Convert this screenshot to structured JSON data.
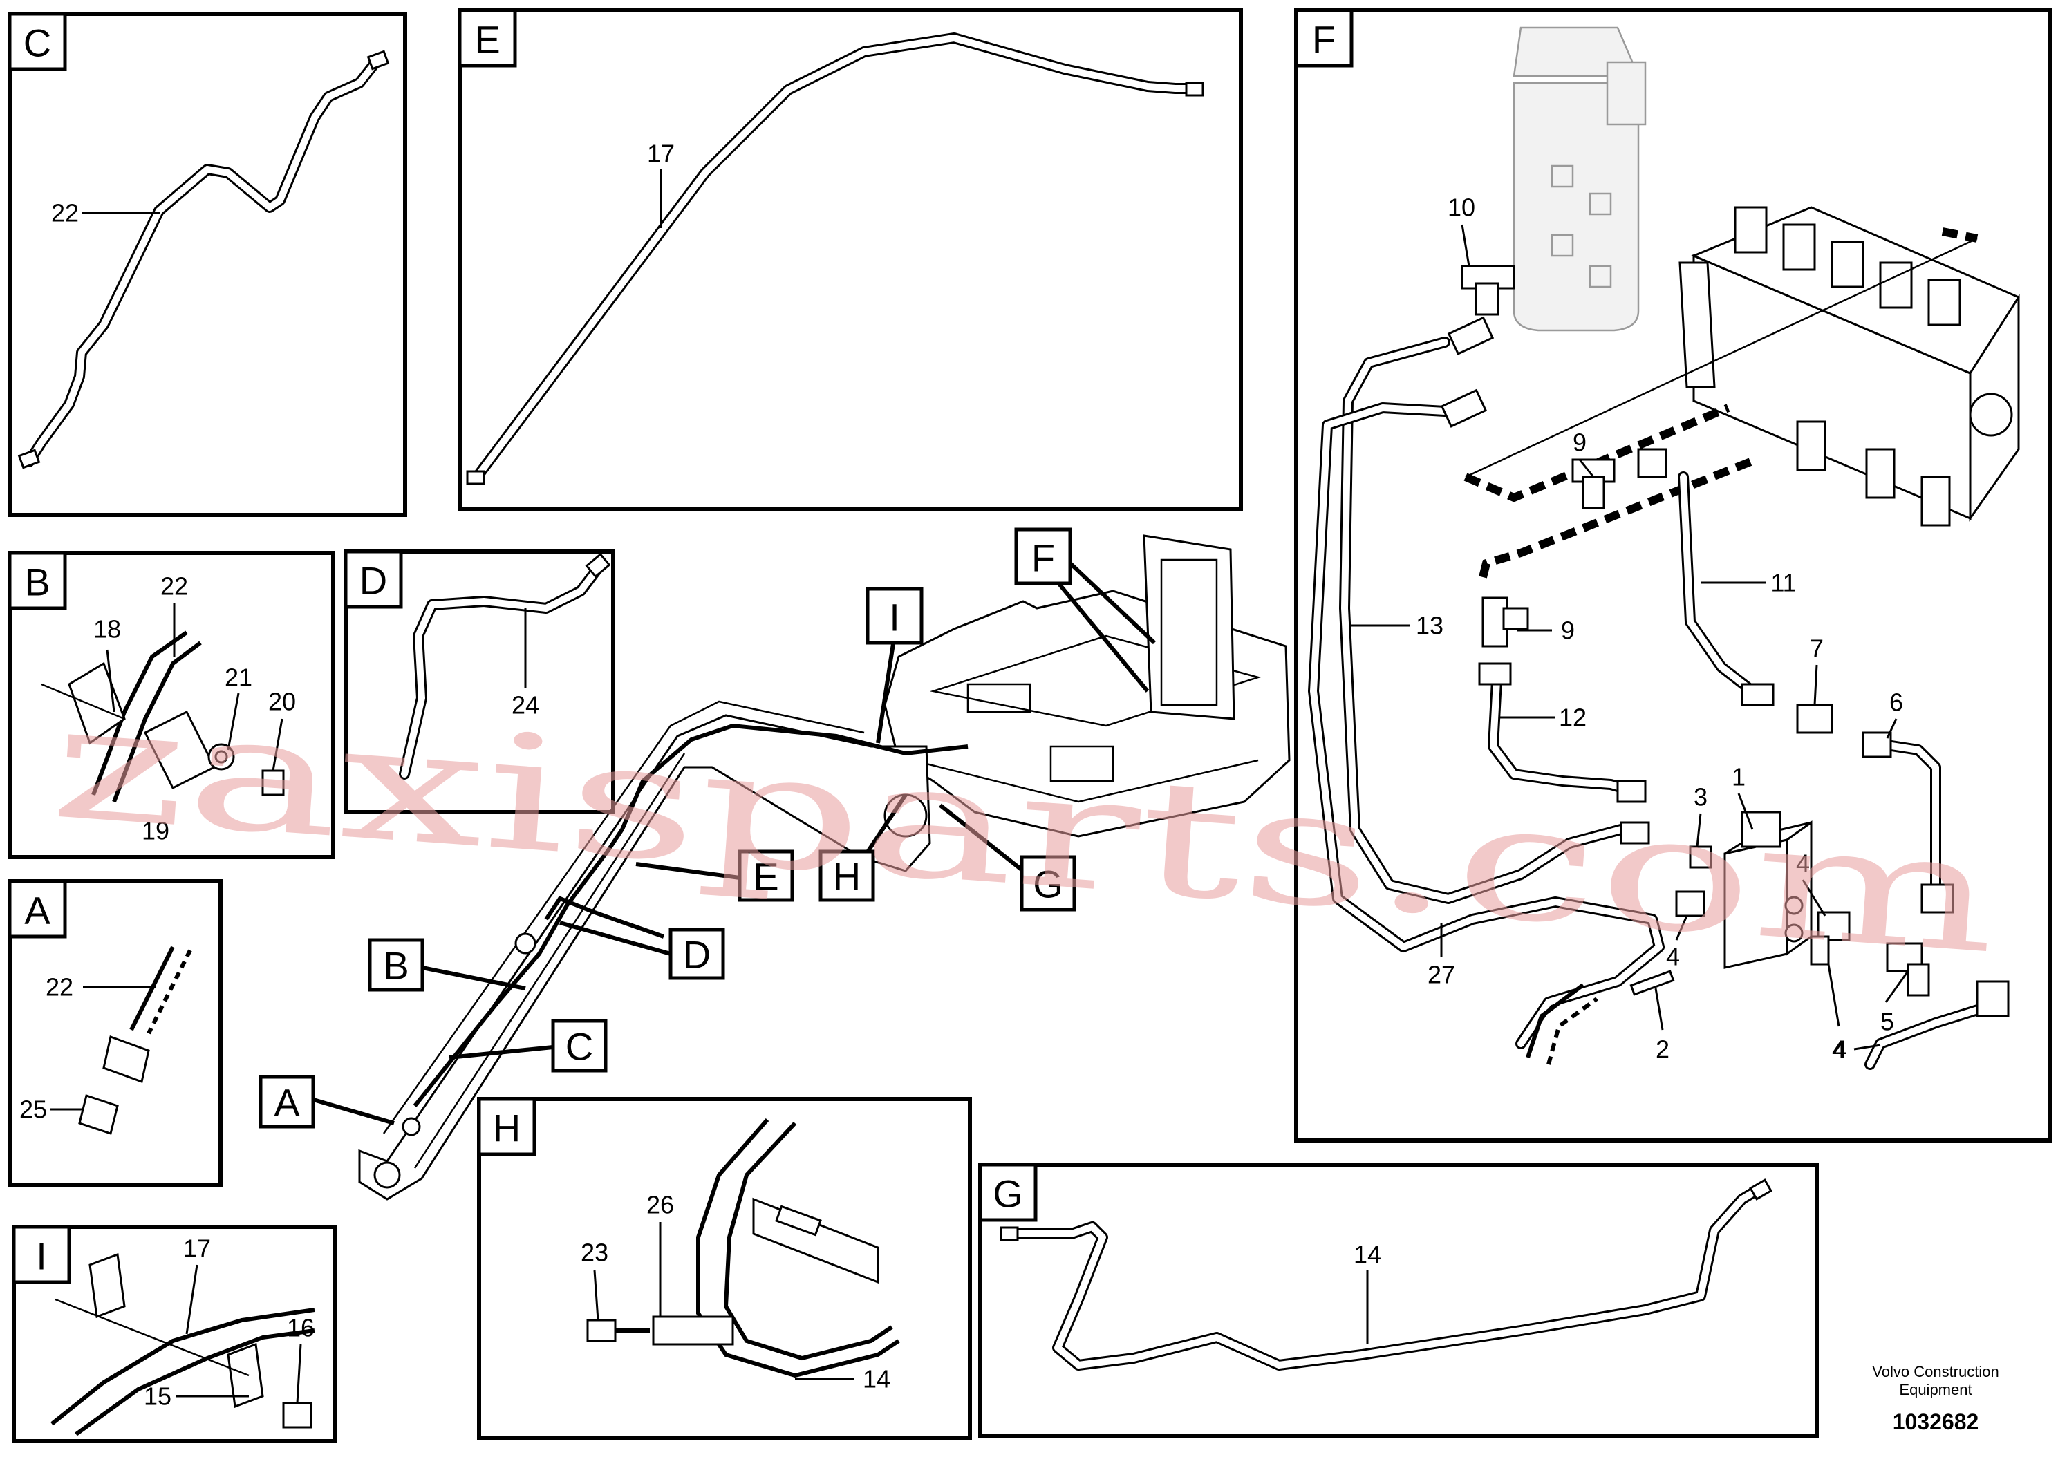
{
  "panels": {
    "C": {
      "tag": "C",
      "callouts": [
        "22"
      ]
    },
    "E": {
      "tag": "E",
      "callouts": [
        "17"
      ]
    },
    "F": {
      "tag": "F",
      "callouts": [
        "10",
        "9",
        "9",
        "11",
        "13",
        "7",
        "6",
        "12",
        "1",
        "3",
        "4",
        "4",
        "27",
        "4",
        "5",
        "2",
        "4"
      ]
    },
    "B": {
      "tag": "B",
      "callouts": [
        "22",
        "18",
        "21",
        "20",
        "19"
      ]
    },
    "D": {
      "tag": "D",
      "callouts": [
        "24"
      ]
    },
    "A": {
      "tag": "A",
      "callouts": [
        "22",
        "25"
      ]
    },
    "I": {
      "tag": "I",
      "callouts": [
        "17",
        "16",
        "15"
      ]
    },
    "H": {
      "tag": "H",
      "callouts": [
        "26",
        "23",
        "14"
      ]
    },
    "G": {
      "tag": "G",
      "callouts": [
        "14"
      ]
    }
  },
  "overview_tags": [
    "F",
    "I",
    "E",
    "H",
    "G",
    "B",
    "D",
    "C",
    "A"
  ],
  "footer": {
    "brand_line1": "Volvo Construction",
    "brand_line2": "Equipment",
    "document_number": "1032682"
  },
  "watermark": "zaxisparts.com",
  "colors": {
    "line": "#000000",
    "background": "#ffffff",
    "watermark": "#e79d9d"
  }
}
